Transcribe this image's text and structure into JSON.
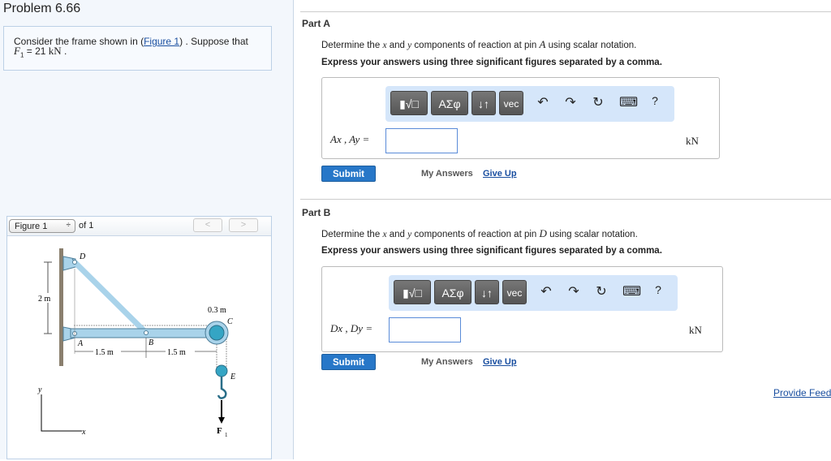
{
  "problem": {
    "title": "Problem 6.66",
    "text_pre": "Consider the frame shown in (",
    "figure_link": "Figure 1",
    "text_post": ") . Suppose that",
    "var": "F",
    "var_sub": "1",
    "value_text": " = 21 ",
    "unit": "kN",
    "end": " ."
  },
  "figure": {
    "select": "Figure 1",
    "select_arrow": "÷",
    "of": "of 1",
    "prev": "<",
    "next": ">",
    "labels": {
      "D": "D",
      "A": "A",
      "B": "B",
      "C": "C",
      "E": "E",
      "dim_2m": "2 m",
      "dim_03m": "0.3 m",
      "dim_15a": "1.5 m",
      "dim_15b": "1.5 m",
      "y": "y",
      "x": "x",
      "F": "F",
      "F_sub": "1"
    }
  },
  "toolbar": {
    "templates": "▮√□",
    "greek": "ΑΣφ",
    "arrows": "↓↑",
    "vec": "vec",
    "undo": "↶",
    "redo": "↷",
    "reset": "↻",
    "keyboard": "⌨",
    "help": "?"
  },
  "partA": {
    "title": "Part A",
    "q_pre": "Determine the ",
    "q_x": "x",
    "q_and": " and ",
    "q_y": "y",
    "q_mid": " components of reaction at pin ",
    "q_pin": "A",
    "q_post": " using scalar notation.",
    "instr": "Express your answers using three significant figures separated by a comma.",
    "label": "Ax , Ay =",
    "value": "",
    "unit": "kN",
    "submit": "Submit",
    "my_answers": "My Answers",
    "give_up": "Give Up"
  },
  "partB": {
    "title": "Part B",
    "q_pre": "Determine the ",
    "q_x": "x",
    "q_and": " and ",
    "q_y": "y",
    "q_mid": " components of reaction at pin ",
    "q_pin": "D",
    "q_post": " using scalar notation.",
    "instr": "Express your answers using three significant figures separated by a comma.",
    "label": "Dx , Dy =",
    "value": "",
    "unit": "kN",
    "submit": "Submit",
    "my_answers": "My Answers",
    "give_up": "Give Up"
  },
  "feedback": "Provide Feed",
  "colors": {
    "member": "#a9d3ea",
    "member_stroke": "#4d7d98",
    "pulley": "#35a5c4",
    "button": "#2777c8",
    "toolbar_bg": "#d5e6fa"
  }
}
